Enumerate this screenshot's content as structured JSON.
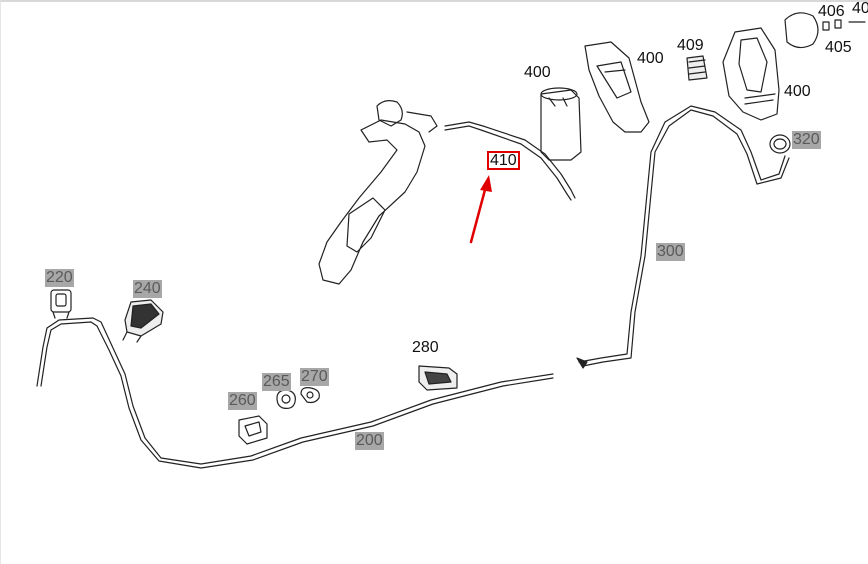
{
  "diagram": {
    "highlight_color": "#e00000",
    "gray_label_bg": "#a7a7a7",
    "labels": {
      "l200": "200",
      "l220": "220",
      "l240": "240",
      "l260": "260",
      "l265": "265",
      "l270": "270",
      "l280": "280",
      "l300": "300",
      "l320": "320",
      "l400a": "400",
      "l400b": "400",
      "l400c": "400",
      "l405": "405",
      "l406": "406",
      "l40x": "40",
      "l409": "409",
      "l410": "410"
    }
  }
}
